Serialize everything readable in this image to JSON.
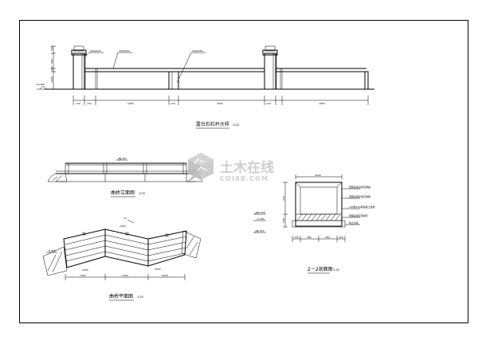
{
  "drawing": {
    "elevation": {
      "title": "露台石栏杆大样",
      "scale": "1:20",
      "callouts": [
        "200X200",
        "150X350",
        "150X250"
      ],
      "dims_bottom": [
        "120",
        "120",
        "1800",
        "120",
        "120",
        "1800",
        "1800"
      ],
      "dims_left": [
        "200",
        "600",
        "200",
        "1000"
      ],
      "level": "±0.000"
    },
    "section": {
      "title": "2－2剖面图",
      "scale": "1:20",
      "layers": [
        "局部采用白色花岗岩",
        "局部采用灰色花岗岩",
        "100厚C20素混凝土垫层",
        "局部采用灰色卵石",
        "素土夯实"
      ],
      "dims_bottom": [
        "120",
        "380",
        "380",
        "120"
      ],
      "dims_top": [
        "1200"
      ],
      "dims_left": [
        "450",
        "300"
      ],
      "levels": [
        "±0.000",
        "-0.300",
        "-0.450"
      ]
    },
    "bridge_elevation": {
      "title": "曲桥立面图",
      "scale": "1:20",
      "level_top": "0.300",
      "level_bottom": "-0.300"
    },
    "bridge_plan": {
      "title": "曲桥平面图",
      "scale": "1:20",
      "dims": [
        "7200",
        "7200",
        "5200",
        "1500",
        "2500",
        "2500",
        "12"
      ],
      "level": "-0.300"
    },
    "watermark": {
      "cn": "土木在线",
      "en": "COI88.COM"
    }
  }
}
